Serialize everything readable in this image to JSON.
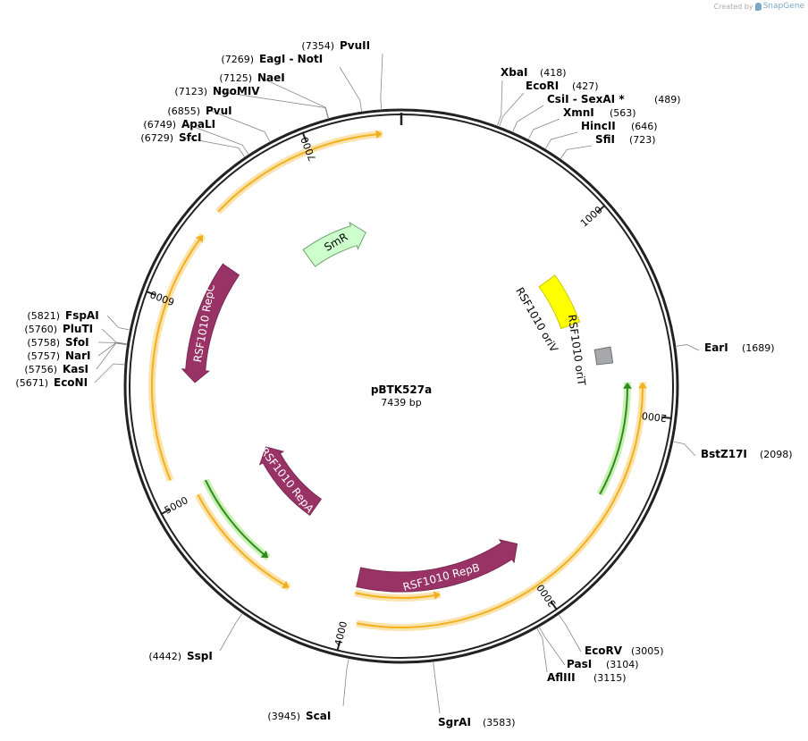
{
  "credit": {
    "prefix": "Created by",
    "brand": "SnapGene"
  },
  "plasmid": {
    "name": "pBTK527a",
    "size_label": "7439 bp",
    "length": 7439
  },
  "ticks": [
    {
      "pos": 1000,
      "label": "1000"
    },
    {
      "pos": 2000,
      "label": "2000"
    },
    {
      "pos": 3000,
      "label": "3000"
    },
    {
      "pos": 4000,
      "label": "4000"
    },
    {
      "pos": 5000,
      "label": "5000"
    },
    {
      "pos": 6000,
      "label": "6000"
    },
    {
      "pos": 7000,
      "label": "7000"
    }
  ],
  "sites": [
    {
      "name": "PvuII",
      "pos_label": "(7354)",
      "pos": 7354
    },
    {
      "name": "EagI - NotI",
      "pos_label": "(7269)",
      "pos": 7269
    },
    {
      "name": "NaeI",
      "pos_label": "(7125)",
      "pos": 7125
    },
    {
      "name": "NgoMIV",
      "pos_label": "(7123)",
      "pos": 7123
    },
    {
      "name": "PvuI",
      "pos_label": "(6855)",
      "pos": 6855
    },
    {
      "name": "ApaLI",
      "pos_label": "(6749)",
      "pos": 6749
    },
    {
      "name": "SfcI",
      "pos_label": "(6729)",
      "pos": 6729
    },
    {
      "name": "XbaI",
      "pos_label": "(418)",
      "pos": 418
    },
    {
      "name": "EcoRI",
      "pos_label": "(427)",
      "pos": 427
    },
    {
      "name": "CsiI - SexAI *",
      "pos_label": "(489)",
      "pos": 489
    },
    {
      "name": "XmnI",
      "pos_label": "(563)",
      "pos": 563
    },
    {
      "name": "HincII",
      "pos_label": "(646)",
      "pos": 646
    },
    {
      "name": "SfiI",
      "pos_label": "(723)",
      "pos": 723
    },
    {
      "name": "EarI",
      "pos_label": "(1689)",
      "pos": 1689
    },
    {
      "name": "BstZ17I",
      "pos_label": "(2098)",
      "pos": 2098
    },
    {
      "name": "EcoRV",
      "pos_label": "(3005)",
      "pos": 3005
    },
    {
      "name": "PasI",
      "pos_label": "(3104)",
      "pos": 3104
    },
    {
      "name": "AflIII",
      "pos_label": "(3115)",
      "pos": 3115
    },
    {
      "name": "SgrAI",
      "pos_label": "(3583)",
      "pos": 3583
    },
    {
      "name": "ScaI",
      "pos_label": "(3945)",
      "pos": 3945
    },
    {
      "name": "SspI",
      "pos_label": "(4442)",
      "pos": 4442
    },
    {
      "name": "EcoNI",
      "pos_label": "(5671)",
      "pos": 5671
    },
    {
      "name": "KasI",
      "pos_label": "(5756)",
      "pos": 5756
    },
    {
      "name": "NarI",
      "pos_label": "(5757)",
      "pos": 5757
    },
    {
      "name": "SfoI",
      "pos_label": "(5758)",
      "pos": 5758
    },
    {
      "name": "PluTI",
      "pos_label": "(5760)",
      "pos": 5760
    },
    {
      "name": "FspAI",
      "pos_label": "(5821)",
      "pos": 5821
    }
  ],
  "features": [
    {
      "name": "SmR",
      "start": 6700,
      "end": 7170,
      "dir": 1,
      "color": "#ccffcc",
      "stroke": "#6aa56a",
      "text_color": "#000000"
    },
    {
      "name": "RSF1010 RepC",
      "start": 5600,
      "end": 6290,
      "dir": -1,
      "color": "#993366",
      "stroke": "#7a2a52",
      "text_color": "#ffffff"
    },
    {
      "name": "RSF1010 RepA",
      "start": 4450,
      "end": 5080,
      "dir": 1,
      "color": "#993366",
      "stroke": "#7a2a52",
      "text_color": "#ffffff"
    },
    {
      "name": "RSF1010 RepB",
      "start": 2970,
      "end": 3980,
      "dir": -1,
      "color": "#993366",
      "stroke": "#7a2a52",
      "text_color": "#ffffff"
    },
    {
      "name": "RSF1010 oriV",
      "start": 1120,
      "end": 1450,
      "dir": 0,
      "color": "#ffff00",
      "stroke": "#c8c800",
      "text_color": "#000000"
    },
    {
      "name": "RSF1010 oriT",
      "start": 1640,
      "end": 1730,
      "dir": 0,
      "color": "#a6a8ab",
      "stroke": "#6c6e70",
      "text_color": "#000000"
    }
  ],
  "primer_arcs": [
    {
      "id": "orf-top",
      "start": 6480,
      "end": 7350,
      "dir": 1,
      "color": "#f2b01e",
      "halo": "#fbe3ae"
    },
    {
      "id": "orf-left",
      "start": 5120,
      "end": 6350,
      "dir": 1,
      "color": "#f2b01e",
      "halo": "#fbe3ae"
    },
    {
      "id": "orf-right",
      "start": 1840,
      "end": 3940,
      "dir": -1,
      "color": "#f2b01e",
      "halo": "#fbe3ae"
    },
    {
      "id": "orf-bottom",
      "start": 3500,
      "end": 3980,
      "dir": -1,
      "color": "#f2b01e",
      "halo": "#fbe3ae"
    },
    {
      "id": "orf-lowleft",
      "start": 4320,
      "end": 5000,
      "dir": -1,
      "color": "#f2b01e",
      "halo": "#fbe3ae"
    },
    {
      "id": "green-right",
      "start": 1840,
      "end": 2450,
      "dir": -1,
      "color": "#2e8b1f",
      "halo": "#c8f0b0"
    },
    {
      "id": "green-lowleft",
      "start": 4500,
      "end": 5050,
      "dir": -1,
      "color": "#2e8b1f",
      "halo": "#c8f0b0"
    }
  ]
}
